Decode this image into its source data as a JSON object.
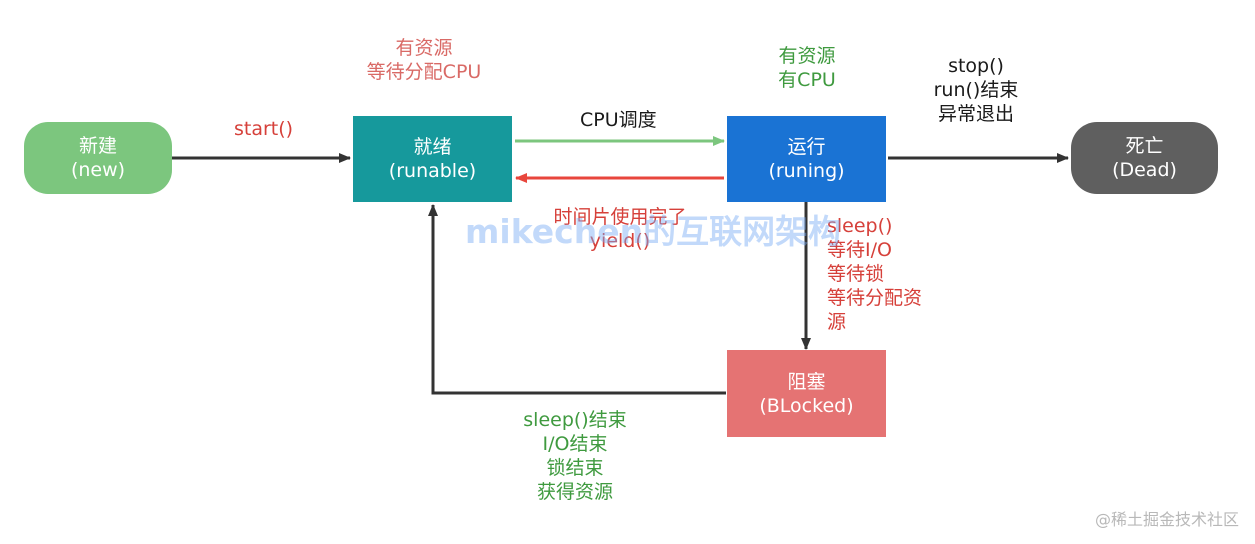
{
  "nodes": {
    "new": {
      "line1": "新建",
      "line2": "(new)",
      "color": "#7cc67e"
    },
    "ready": {
      "line1": "就绪",
      "line2": "(runable)",
      "color": "#16999c"
    },
    "running": {
      "line1": "运行",
      "line2": "(runing)",
      "color": "#1a73d4"
    },
    "dead": {
      "line1": "死亡",
      "line2": "(Dead)",
      "color": "#5f5f5f"
    },
    "blocked": {
      "line1": "阻塞",
      "line2": "(BLocked)",
      "color": "#e57373"
    }
  },
  "labels": {
    "start": "start()",
    "ready_note": [
      "有资源",
      "等待分配CPU"
    ],
    "running_note": [
      "有资源",
      "有CPU"
    ],
    "cpu_schedule": "CPU调度",
    "stop_note": [
      "stop()",
      "run()结束",
      "异常退出"
    ],
    "timeslice": [
      "时间片使用完了",
      "yield()"
    ],
    "block_reasons": [
      "sleep()",
      "等待I/O",
      "等待锁",
      "等待分配资",
      "源"
    ],
    "unblock_reasons": [
      "sleep()结束",
      "I/O结束",
      "锁结束",
      "获得资源"
    ]
  },
  "watermark": "mikechen的互联网架构",
  "credit": "@稀土掘金技术社区",
  "colors": {
    "arrow_dark": "#333333",
    "arrow_green": "#7cc67e",
    "arrow_red": "#e8463c"
  }
}
